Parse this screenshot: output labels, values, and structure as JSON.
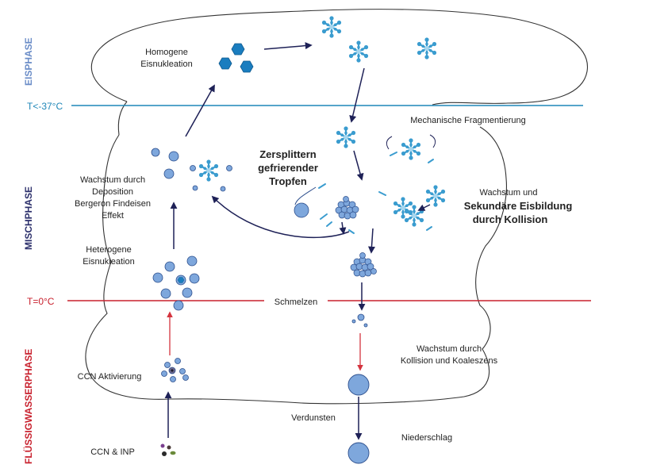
{
  "phases": {
    "eisphase": "EISPHASE",
    "mischphase": "MISCHPHASE",
    "fluessig": "FLÜSSIGWASSERPHASE"
  },
  "temperature_lines": {
    "minus37": "T<-37°C",
    "zero": "T=0°C"
  },
  "labels": {
    "homogene_1": "Homogene",
    "homogene_2": "Eisnukleation",
    "mech_frag": "Mechanische Fragmentierung",
    "zersplittern_1": "Zersplittern",
    "zersplittern_2": "gefrierender",
    "zersplittern_3": "Tropfen",
    "wachstum_dep_1": "Wachstum durch",
    "wachstum_dep_2": "Deposition",
    "wachstum_dep_3": "Bergeron Findeisen",
    "wachstum_dep_4": "Effekt",
    "heterogene_1": "Heterogene",
    "heterogene_2": "Eisnukleation",
    "sek_1": "Wachstum und",
    "sek_2": "Sekundäre Eisbildung",
    "sek_3": "durch Kollision",
    "schmelzen": "Schmelzen",
    "ccn_akt": "CCN Aktivierung",
    "wachstum_koll_1": "Wachstum durch",
    "wachstum_koll_2": "Kollision und Koaleszens",
    "verdunsten": "Verdunsten",
    "niederschlag": "Niederschlag",
    "ccn_inp": "CCN & INP"
  },
  "colors": {
    "eis_label": "#6a8cc7",
    "temp_minus37": "#1f87b8",
    "mischphase_label": "#2b2f6b",
    "fluessig_label": "#c8202d",
    "temp_zero": "#c8202d",
    "droplet_fill": "#7ea7dc",
    "droplet_stroke": "#2c4e8c",
    "crystal": "#3a9ccf",
    "crystal_light": "#a7d7ef",
    "arrow_dark": "#1e2157",
    "arrow_red": "#d4343f",
    "cloud_outline": "#333333"
  },
  "icons": {
    "crystal": "snowflake-icon",
    "hexagon": "hexagon-ice-icon",
    "droplet": "droplet-icon",
    "graupel": "graupel-icon",
    "aerosol": "aerosol-particle-icon"
  }
}
